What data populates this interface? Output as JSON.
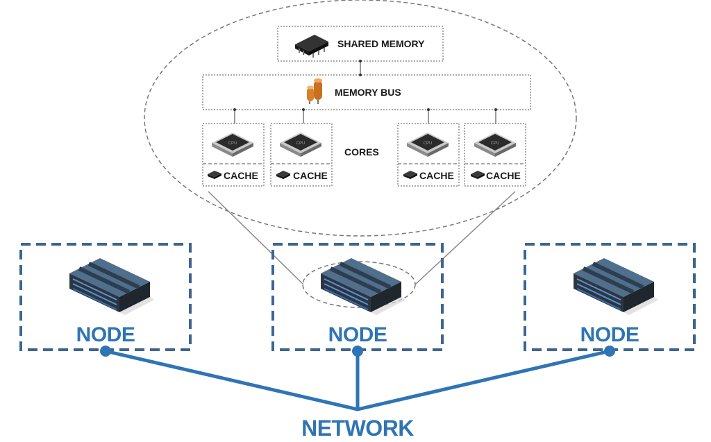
{
  "diagram": {
    "shared_memory_label": "SHARED MEMORY",
    "memory_bus_label": "MEMORY BUS",
    "cores_label": "CORES",
    "cache_labels": [
      "CACHE",
      "CACHE",
      "CACHE",
      "CACHE"
    ],
    "node_labels": [
      "NODE",
      "NODE",
      "NODE"
    ],
    "network_label": "NETWORK",
    "colors": {
      "accent_blue": "#2f74b5",
      "node_border": "#3d6591",
      "dotted_border": "#555555",
      "chip_dark": "#2b2b2b",
      "capacitor_orange": "#d9802c"
    },
    "icons": {
      "memory_module": "ram-chip-icon",
      "bus": "capacitor-icon",
      "core": "cpu-chip-icon",
      "cache": "small-chip-icon",
      "node": "rack-server-icon"
    }
  }
}
